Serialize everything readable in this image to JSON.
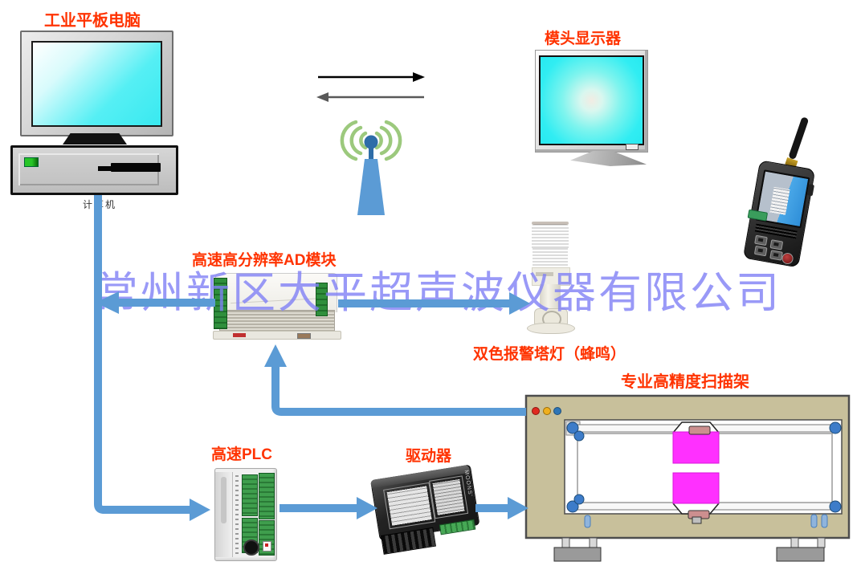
{
  "watermark": {
    "text": "常州新区大平超声波仪器有限公司",
    "color": "#8080F5"
  },
  "labels": {
    "tablet_pc": "工业平板电脑",
    "computer": "计算机",
    "die_display": "模头显示器",
    "ad_module": "高速高分辨率AD模块",
    "alarm_lamp": "双色报警塔灯（蜂鸣）",
    "scanner": "专业高精度扫描架",
    "plc": "高速PLC",
    "driver": "驱动器"
  },
  "devices": {
    "driver_brand": "MOONS'"
  },
  "colors": {
    "label_orange_red": "#FF3300",
    "connector_blue": "#5B9BD5",
    "watermark_blue": "#8080F5",
    "scanner_frame_tan": "#C8C09B",
    "screen_cyan": "#35E9F0",
    "magenta_block": "#FF30FF",
    "wifi_wave_green": "#9CC97D",
    "lamp_red": "#D62B1F",
    "lamp_green": "#2A9A56"
  },
  "icons": {
    "wifi": "wifi-antenna-icon",
    "flow_right": "right-arrow-icon",
    "flow_left": "left-arrow-icon"
  }
}
